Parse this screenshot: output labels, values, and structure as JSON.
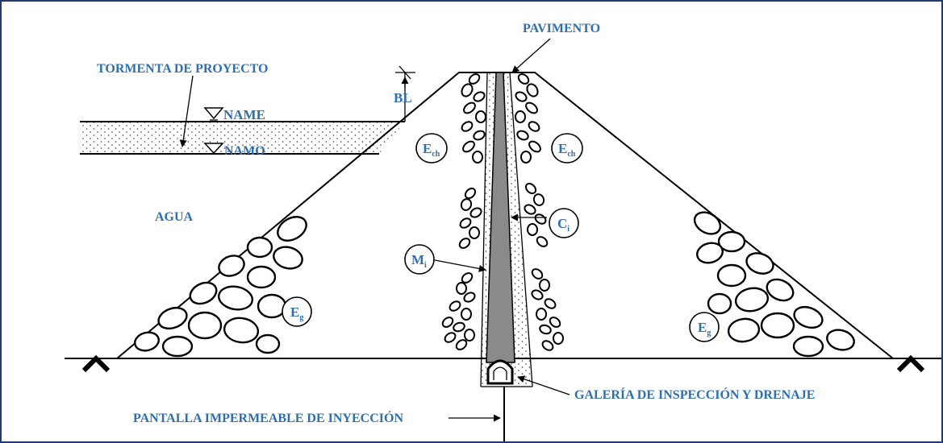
{
  "labels": {
    "pavimento": "PAVIMENTO",
    "tormenta": "TORMENTA DE PROYECTO",
    "bl": "BL",
    "name": "NAME",
    "namo": "NAMO",
    "agua": "AGUA",
    "e": "E",
    "ch": "ch",
    "c": "C",
    "m": "M",
    "i": "i",
    "g": "g",
    "galeria": "GALERÍA DE INSPECCIÓN Y DRENAJE",
    "pantalla": "PANTALLA IMPERMEABLE DE INYECCIÓN"
  },
  "colors": {
    "label": "#2e6fb0",
    "border": "#1f3a6b",
    "core": "#8a8a8a",
    "line": "#000000"
  }
}
